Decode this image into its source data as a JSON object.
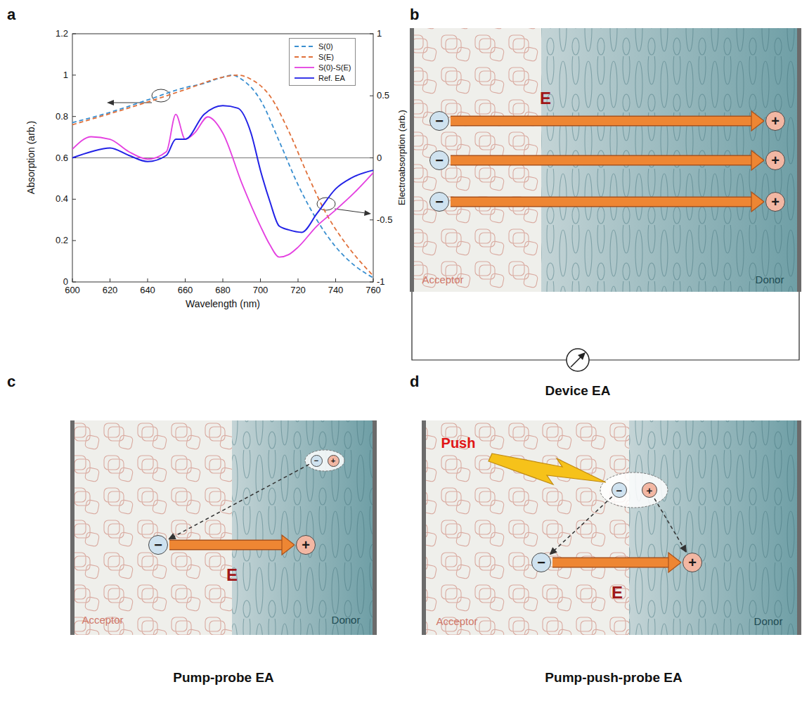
{
  "diagram": {
    "nodes": [
      {
        "text": [
          "−"
        ]
      },
      {
        "text": [
          "+"
        ]
      },
      {
        "text": [
          "−"
        ]
      },
      {
        "text": [
          "+"
        ]
      },
      {
        "text": [
          "−"
        ]
      },
      {
        "text": [
          "+"
        ]
      },
      {
        "text": [
          "−"
        ]
      },
      {
        "text": [
          "+"
        ]
      },
      {
        "text": [
          "−"
        ]
      },
      {
        "text": [
          "+"
        ]
      },
      {
        "text": [
          "−"
        ]
      },
      {
        "text": [
          "+"
        ]
      },
      {
        "text": [
          "−"
        ]
      },
      {
        "text": [
          "+"
        ]
      }
    ],
    "edges": [
      {
        "from": 0,
        "to": 1,
        "arrow": "to"
      },
      {
        "from": 2,
        "to": 3,
        "arrow": "to"
      },
      {
        "from": 4,
        "to": 5,
        "arrow": "to"
      },
      {
        "from": 6,
        "to": 8,
        "arrow": "to"
      },
      {
        "from": 8,
        "to": 9,
        "arrow": "to"
      },
      {
        "from": 10,
        "to": 12,
        "arrow": "to"
      },
      {
        "from": 11,
        "to": 13,
        "arrow": "to"
      },
      {
        "from": 12,
        "to": 13,
        "arrow": "to"
      }
    ],
    "labels": [
      "a",
      "b",
      "c",
      "d",
      "0",
      "0.2",
      "0.4",
      "0.6",
      "0.8",
      "1",
      "1.2",
      "600",
      "620",
      "640",
      "660",
      "680",
      "700",
      "720",
      "740",
      "760",
      "-1",
      "-0.5",
      "0",
      "0.5",
      "1",
      "Absorption (arb.)",
      "Electroabsorption (arb.)",
      "Wavelength (nm)",
      "E",
      "Acceptor",
      "Donor",
      "Device EA",
      "E",
      "Acceptor",
      "Donor",
      "Pump-probe EA",
      "Push",
      "E",
      "Acceptor",
      "Donor",
      "Pump-push-probe EA"
    ],
    "legend": [
      {
        "text": "S(0)"
      },
      {
        "text": "S(E)"
      },
      {
        "text": "S(0)-S(E)"
      },
      {
        "text": "Ref. EA"
      }
    ]
  }
}
